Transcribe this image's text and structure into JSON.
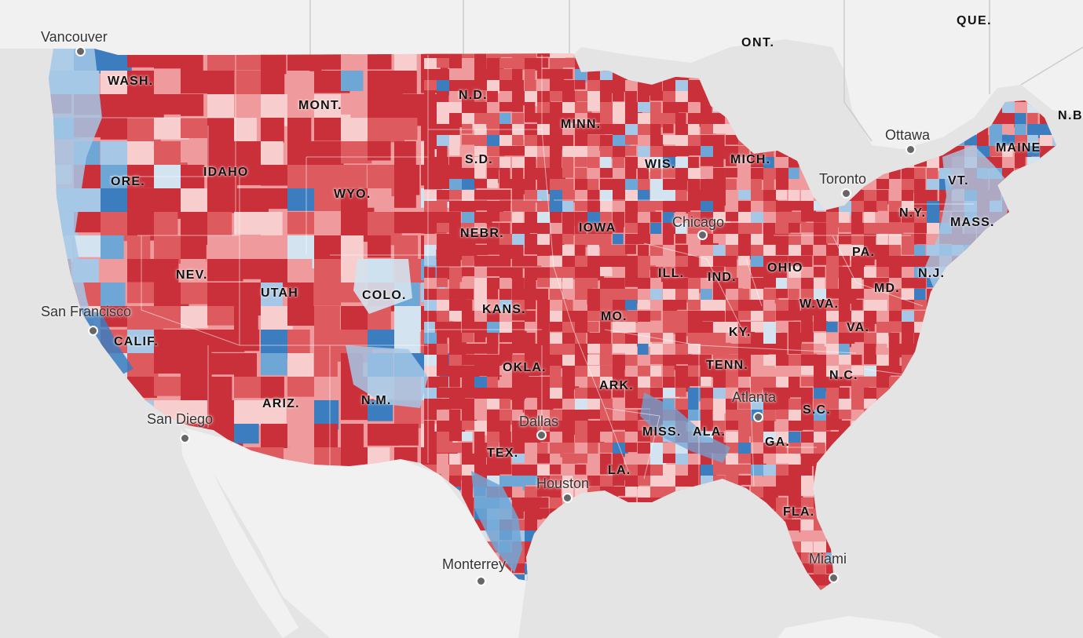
{
  "map": {
    "colors": {
      "water": "#e7e7e7",
      "land": "#f2f2f2",
      "border": "#cfcfcf",
      "republican_strong": "#c9303a",
      "republican_medium": "#dd5b5f",
      "republican_light": "#ef9a9c",
      "republican_faint": "#f7cdcd",
      "democratic_faint": "#d3e3f0",
      "democratic_light": "#a6c8e6",
      "democratic_medium": "#6ea6d6",
      "democratic_strong": "#3b7dbf"
    },
    "states": [
      {
        "id": "wash",
        "label": "WASH."
      },
      {
        "id": "ore",
        "label": "ORE."
      },
      {
        "id": "calif",
        "label": "CALIF."
      },
      {
        "id": "nev",
        "label": "NEV."
      },
      {
        "id": "idaho",
        "label": "IDAHO"
      },
      {
        "id": "mont",
        "label": "MONT."
      },
      {
        "id": "wyo",
        "label": "WYO."
      },
      {
        "id": "utah",
        "label": "UTAH"
      },
      {
        "id": "colo",
        "label": "COLO."
      },
      {
        "id": "ariz",
        "label": "ARIZ."
      },
      {
        "id": "nm",
        "label": "N.M."
      },
      {
        "id": "nd",
        "label": "N.D."
      },
      {
        "id": "sd",
        "label": "S.D."
      },
      {
        "id": "nebr",
        "label": "NEBR."
      },
      {
        "id": "kans",
        "label": "KANS."
      },
      {
        "id": "okla",
        "label": "OKLA."
      },
      {
        "id": "tex",
        "label": "TEX."
      },
      {
        "id": "minn",
        "label": "MINN."
      },
      {
        "id": "iowa",
        "label": "IOWA"
      },
      {
        "id": "mo",
        "label": "MO."
      },
      {
        "id": "ark",
        "label": "ARK."
      },
      {
        "id": "la",
        "label": "LA."
      },
      {
        "id": "wis",
        "label": "WIS."
      },
      {
        "id": "ill",
        "label": "ILL."
      },
      {
        "id": "mich",
        "label": "MICH."
      },
      {
        "id": "ind",
        "label": "IND."
      },
      {
        "id": "ohio",
        "label": "OHIO"
      },
      {
        "id": "ky",
        "label": "KY."
      },
      {
        "id": "tenn",
        "label": "TENN."
      },
      {
        "id": "miss",
        "label": "MISS."
      },
      {
        "id": "ala",
        "label": "ALA."
      },
      {
        "id": "ga",
        "label": "GA."
      },
      {
        "id": "fla",
        "label": "FLA."
      },
      {
        "id": "sc",
        "label": "S.C."
      },
      {
        "id": "nc",
        "label": "N.C."
      },
      {
        "id": "va",
        "label": "VA."
      },
      {
        "id": "wva",
        "label": "W.VA."
      },
      {
        "id": "md",
        "label": "MD."
      },
      {
        "id": "pa",
        "label": "PA."
      },
      {
        "id": "nj",
        "label": "N.J."
      },
      {
        "id": "ny",
        "label": "N.Y."
      },
      {
        "id": "vt",
        "label": "VT."
      },
      {
        "id": "mass",
        "label": "MASS."
      },
      {
        "id": "maine",
        "label": "MAINE"
      }
    ],
    "regions": [
      {
        "id": "ont",
        "label": "ONT."
      },
      {
        "id": "que",
        "label": "QUE."
      },
      {
        "id": "nb",
        "label": "N.B."
      }
    ],
    "cities": [
      {
        "id": "vancouver",
        "label": "Vancouver"
      },
      {
        "id": "san-francisco",
        "label": "San Francisco"
      },
      {
        "id": "san-diego",
        "label": "San Diego"
      },
      {
        "id": "chicago",
        "label": "Chicago"
      },
      {
        "id": "ottawa",
        "label": "Ottawa"
      },
      {
        "id": "toronto",
        "label": "Toronto"
      },
      {
        "id": "dallas",
        "label": "Dallas"
      },
      {
        "id": "houston",
        "label": "Houston"
      },
      {
        "id": "atlanta",
        "label": "Atlanta"
      },
      {
        "id": "miami",
        "label": "Miami"
      },
      {
        "id": "monterrey",
        "label": "Monterrey"
      }
    ]
  }
}
